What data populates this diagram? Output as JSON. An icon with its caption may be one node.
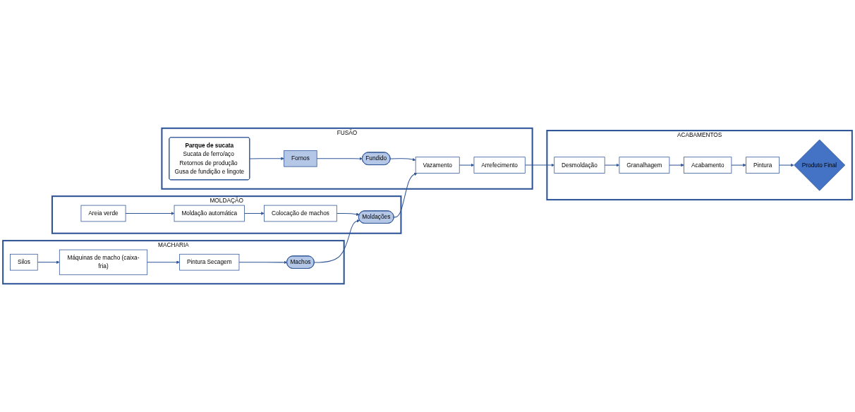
{
  "diagram": {
    "nodes": [
      {
        "text": [
          "FUSÃO"
        ]
      },
      {
        "text": [
          "Fornos"
        ],
        "in": 0
      },
      {
        "text": [
          "Fundido"
        ],
        "in": 0
      },
      {
        "text": [
          "Vazamento"
        ],
        "in": 0
      },
      {
        "text": [
          "Arrefecimento"
        ],
        "in": 0
      },
      {
        "text": [
          "Parque de sucata",
          "Sucata de ferro/aço Retornos de produção Gusa de fundição e lingote"
        ],
        "in": 0
      },
      {
        "text": [
          "MOLDAÇÃO"
        ]
      },
      {
        "text": [
          "Moldações"
        ],
        "in": 6
      },
      {
        "text": [
          "Colocação de machos"
        ],
        "in": 6
      },
      {
        "text": [
          "Moldação automática"
        ],
        "in": 6
      },
      {
        "text": [
          "Areia verde"
        ],
        "in": 6
      },
      {
        "text": [
          "MACHARIA"
        ]
      },
      {
        "text": [
          "Machos"
        ],
        "in": 11
      },
      {
        "text": [
          "Pintura Secagem"
        ],
        "in": 11
      },
      {
        "text": [
          "Máquinas de macho (caixa-fria)"
        ],
        "in": 11
      },
      {
        "text": [
          "Silos"
        ],
        "in": 11
      },
      {
        "text": [
          "ACABAMENTOS"
        ]
      },
      {
        "text": [
          "Desmoldação"
        ],
        "in": 16
      },
      {
        "text": [
          "Granalhagem"
        ],
        "in": 16
      },
      {
        "text": [
          "Acabamento"
        ],
        "in": 16
      },
      {
        "text": [
          "Pintura"
        ],
        "in": 16
      },
      {
        "text": [
          "Produto Final"
        ],
        "in": 16
      }
    ],
    "edges": [
      {
        "from": 1,
        "to": 2,
        "arrow": "to"
      },
      {
        "from": 2,
        "to": 3,
        "arrow": "to"
      },
      {
        "from": 5,
        "to": 1,
        "arrow": "to"
      },
      {
        "from": 3,
        "to": 4,
        "arrow": "to"
      },
      {
        "from": 7,
        "to": 3,
        "arrow": "to"
      },
      {
        "from": 8,
        "to": 7,
        "arrow": "to"
      },
      {
        "from": 9,
        "to": 8,
        "arrow": "to"
      },
      {
        "from": 10,
        "to": 9,
        "arrow": "to"
      },
      {
        "from": 12,
        "to": 7,
        "arrow": "to"
      },
      {
        "from": 13,
        "to": 12,
        "arrow": "to"
      },
      {
        "from": 14,
        "to": 13,
        "arrow": "to"
      },
      {
        "from": 15,
        "to": 14,
        "arrow": "to"
      },
      {
        "from": 4,
        "to": 17,
        "arrow": "to"
      },
      {
        "from": 17,
        "to": 18,
        "arrow": "to"
      },
      {
        "from": 18,
        "to": 19,
        "arrow": "to"
      },
      {
        "from": 19,
        "to": 20,
        "arrow": "to"
      },
      {
        "from": 20,
        "to": 21,
        "arrow": "to"
      }
    ]
  }
}
